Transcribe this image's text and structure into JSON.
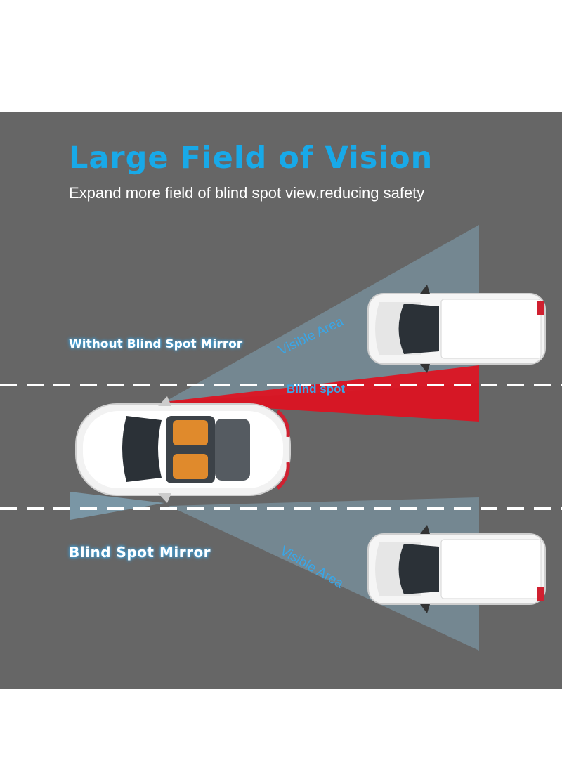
{
  "header": {
    "title": "Large Field of Vision",
    "subtitle": "Expand more field of blind spot view,reducing safety"
  },
  "labels": {
    "without_mirror": "Without Blind Spot Mirror",
    "with_mirror": "Blind Spot Mirror",
    "visible_area_top": "Visible Area",
    "blind_spot": "Blind spot",
    "visible_area_bottom": "Visible Area"
  },
  "colors": {
    "background": "#666666",
    "title": "#18a9e8",
    "visible_area": "#7fa2b5",
    "blind_spot": "#e01020",
    "lane_marking": "#ffffff"
  }
}
